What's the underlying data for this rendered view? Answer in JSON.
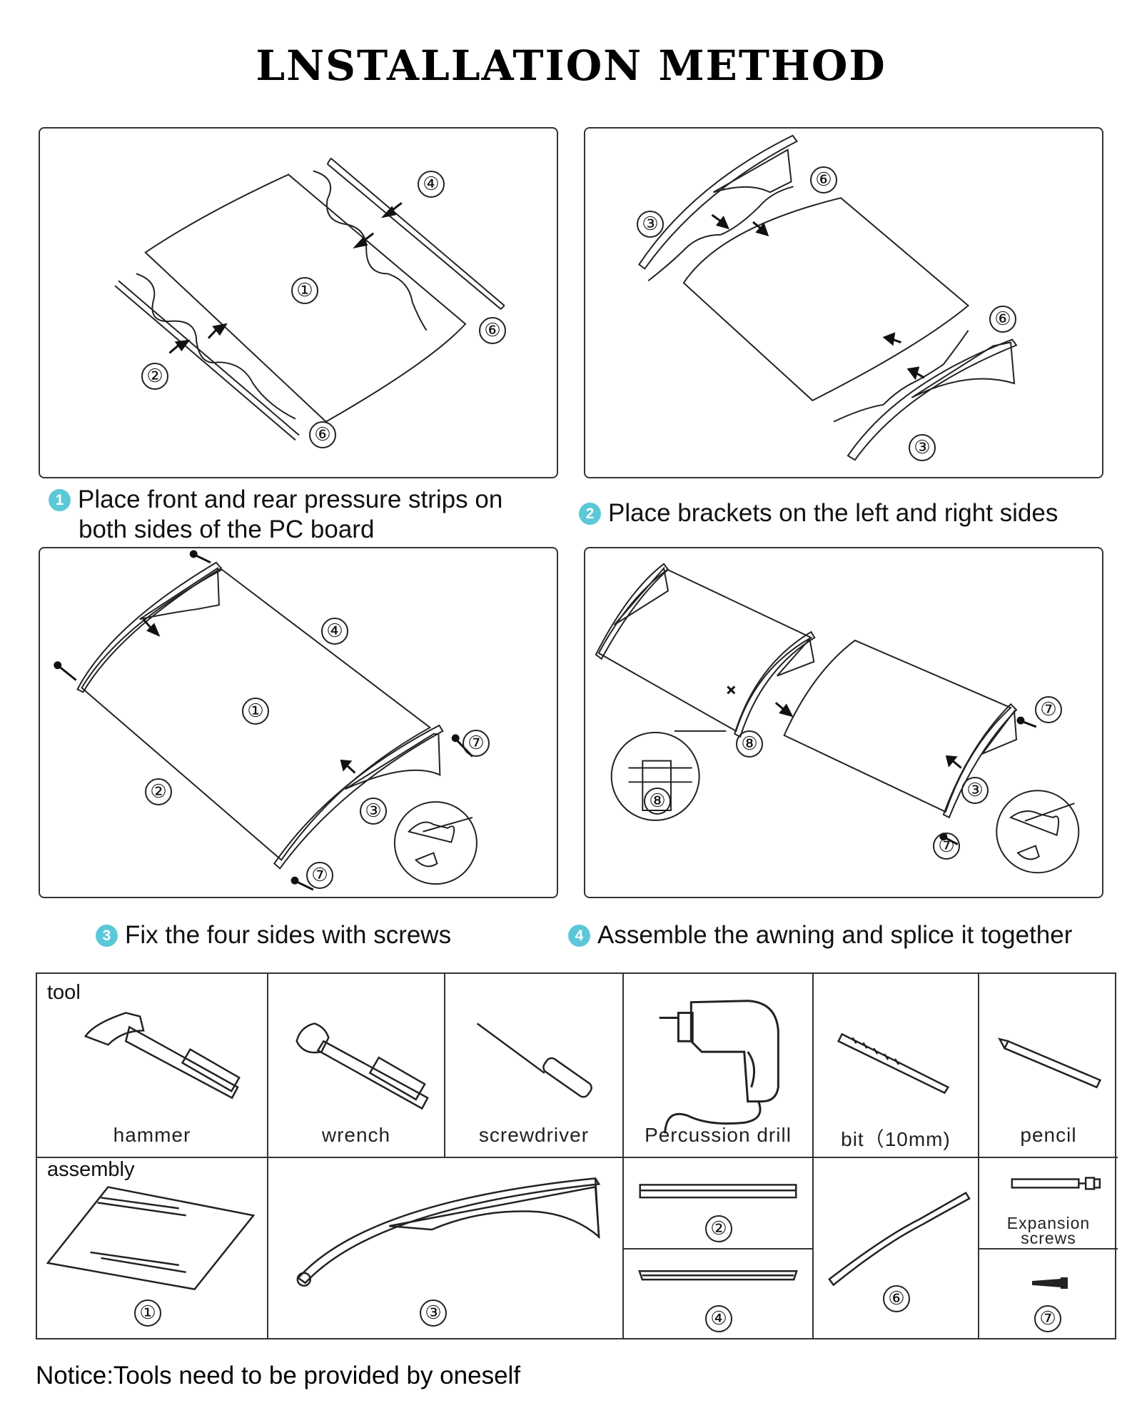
{
  "title": "LNSTALLATION METHOD",
  "steps": [
    {
      "badge": "1",
      "caption_line1": "Place front and rear pressure strips on",
      "caption_line2": "both sides of the PC board",
      "markers": [
        "①",
        "②",
        "④",
        "⑥",
        "⑥"
      ]
    },
    {
      "badge": "2",
      "caption": "Place brackets on the left and right sides",
      "markers": [
        "③",
        "⑥",
        "⑥",
        "③"
      ]
    },
    {
      "badge": "3",
      "caption": "Fix the four sides with screws",
      "markers": [
        "①",
        "②",
        "③",
        "④",
        "⑦",
        "⑦"
      ]
    },
    {
      "badge": "4",
      "caption": "Assemble the awning and splice it together",
      "markers": [
        "⑧",
        "⑧",
        "③",
        "⑦",
        "⑦"
      ]
    }
  ],
  "tools": {
    "section_label": "tool",
    "items": [
      {
        "label": "hammer",
        "icon": "hammer-icon"
      },
      {
        "label": "wrench",
        "icon": "wrench-icon"
      },
      {
        "label": "screwdriver",
        "icon": "screwdriver-icon"
      },
      {
        "label": "Percussion drill",
        "icon": "drill-icon"
      },
      {
        "label": "bit（10mm)",
        "icon": "drill-bit-icon"
      },
      {
        "label": "pencil",
        "icon": "pencil-icon"
      }
    ]
  },
  "assembly": {
    "section_label": "assembly",
    "items": [
      {
        "num": "①",
        "icon": "pc-board-icon"
      },
      {
        "num": "③",
        "icon": "bracket-icon"
      },
      {
        "num": "②",
        "icon": "front-strip-icon"
      },
      {
        "num": "④",
        "icon": "rear-strip-icon"
      },
      {
        "num": "⑥",
        "icon": "seal-strip-icon"
      },
      {
        "label_line1": "Expansion",
        "label_line2": "screws",
        "icon": "expansion-screw-icon"
      },
      {
        "num": "⑦",
        "icon": "screw-icon"
      }
    ]
  },
  "notice": "Notice:Tools need to be provided by oneself",
  "colors": {
    "badge": "#5bc8d8",
    "line": "#222222",
    "border": "#333333"
  }
}
